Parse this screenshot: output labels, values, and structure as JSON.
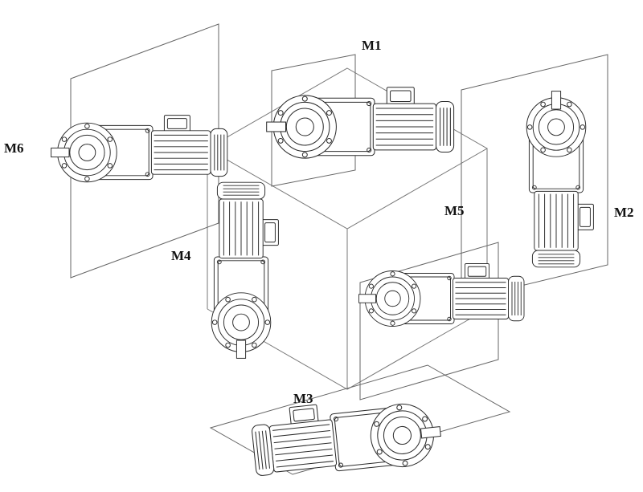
{
  "figure": {
    "labels": {
      "m1": "M1",
      "m2": "M2",
      "m3": "M3",
      "m4": "M4",
      "m5": "M5",
      "m6": "M6"
    },
    "colors": {
      "motor_line": "#2b2b2b",
      "cube_line": "#777777",
      "panel_line": "#666666",
      "label_text": "#111111",
      "background": "#ffffff"
    }
  }
}
